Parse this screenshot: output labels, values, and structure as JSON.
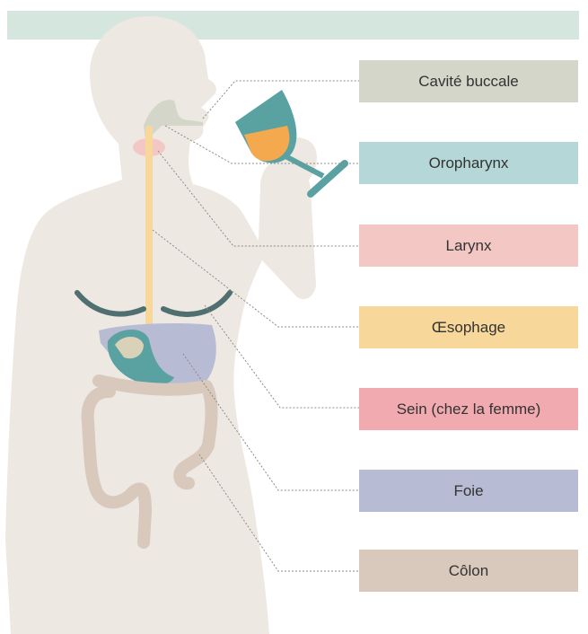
{
  "colors": {
    "top_band": "#d4e6dd",
    "silhouette": "#ede9e2",
    "connector": "#8a8a8a",
    "glass": "#5aa1a1",
    "wine": "#f4a94e",
    "diaphragm": "#4f6f70"
  },
  "labels": [
    {
      "text": "Cavité buccale",
      "color": "#d3d6c8",
      "icon": "mouth"
    },
    {
      "text": "Oropharynx",
      "color": "#b6d7d8",
      "icon": "throat"
    },
    {
      "text": "Larynx",
      "color": "#f3c7c4",
      "icon": "larynx"
    },
    {
      "text": "Œsophage",
      "color": "#f7d79a",
      "icon": "esophagus"
    },
    {
      "text": "Sein (chez la femme)",
      "color": "#f1aab0",
      "icon": "breast"
    },
    {
      "text": "Foie",
      "color": "#b7bcd4",
      "icon": "liver"
    },
    {
      "text": "Côlon",
      "color": "#d8c9bc",
      "icon": "colon"
    }
  ]
}
